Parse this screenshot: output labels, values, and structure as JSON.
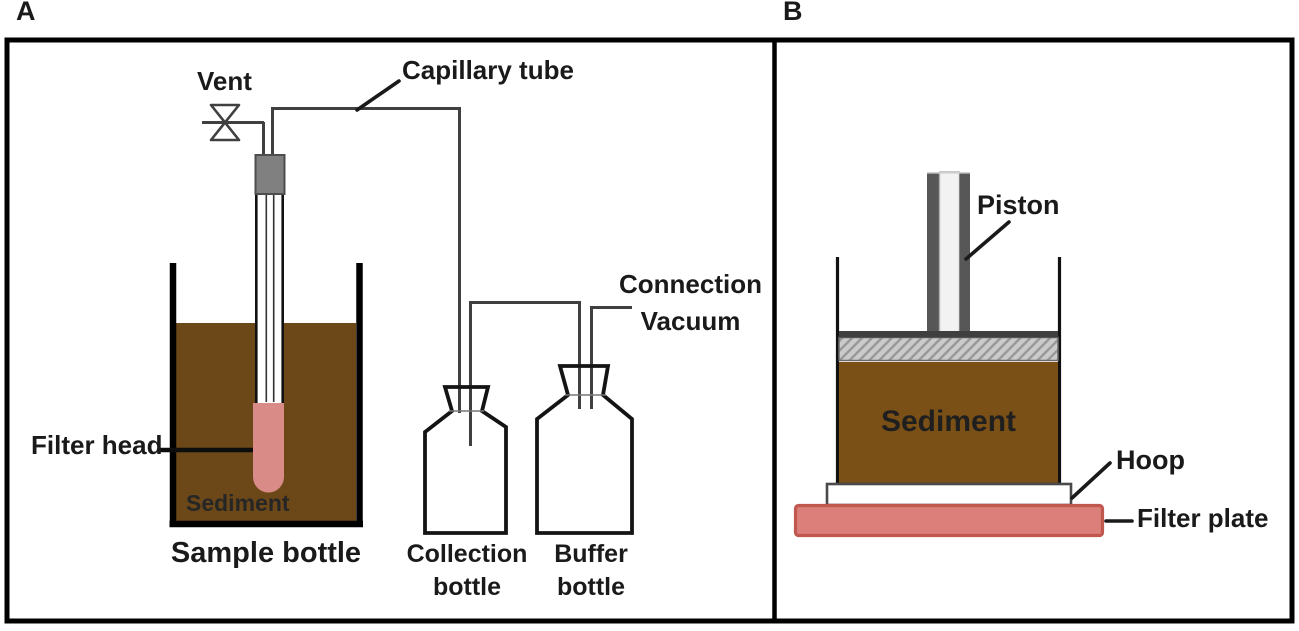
{
  "figure": {
    "panels": {
      "a": {
        "label": "A",
        "vent_label": "Vent",
        "capillary_label": "Capillary tube",
        "filter_head_label": "Filter head",
        "sediment_label": "Sediment",
        "sample_bottle_label": "Sample bottle",
        "collection_bottle_line1": "Collection",
        "collection_bottle_line2": "bottle",
        "buffer_bottle_line1": "Buffer",
        "buffer_bottle_line2": "bottle",
        "vacuum_line1": "Connection",
        "vacuum_line2": "Vacuum"
      },
      "b": {
        "label": "B",
        "piston_label": "Piston",
        "sediment_label": "Sediment",
        "hoop_label": "Hoop",
        "filter_plate_label": "Filter plate"
      }
    },
    "colors": {
      "sediment_a": "#6C4718",
      "sediment_b": "#7A5017",
      "filter_head": "#D98B87",
      "filter_plate_fill": "#DC7E79",
      "filter_plate_border": "#C05850",
      "stopper": "#808080",
      "piston_dark": "#575757",
      "piston_light": "#F2F2F2",
      "tube_line": "#404040",
      "outline": "#141414"
    }
  }
}
